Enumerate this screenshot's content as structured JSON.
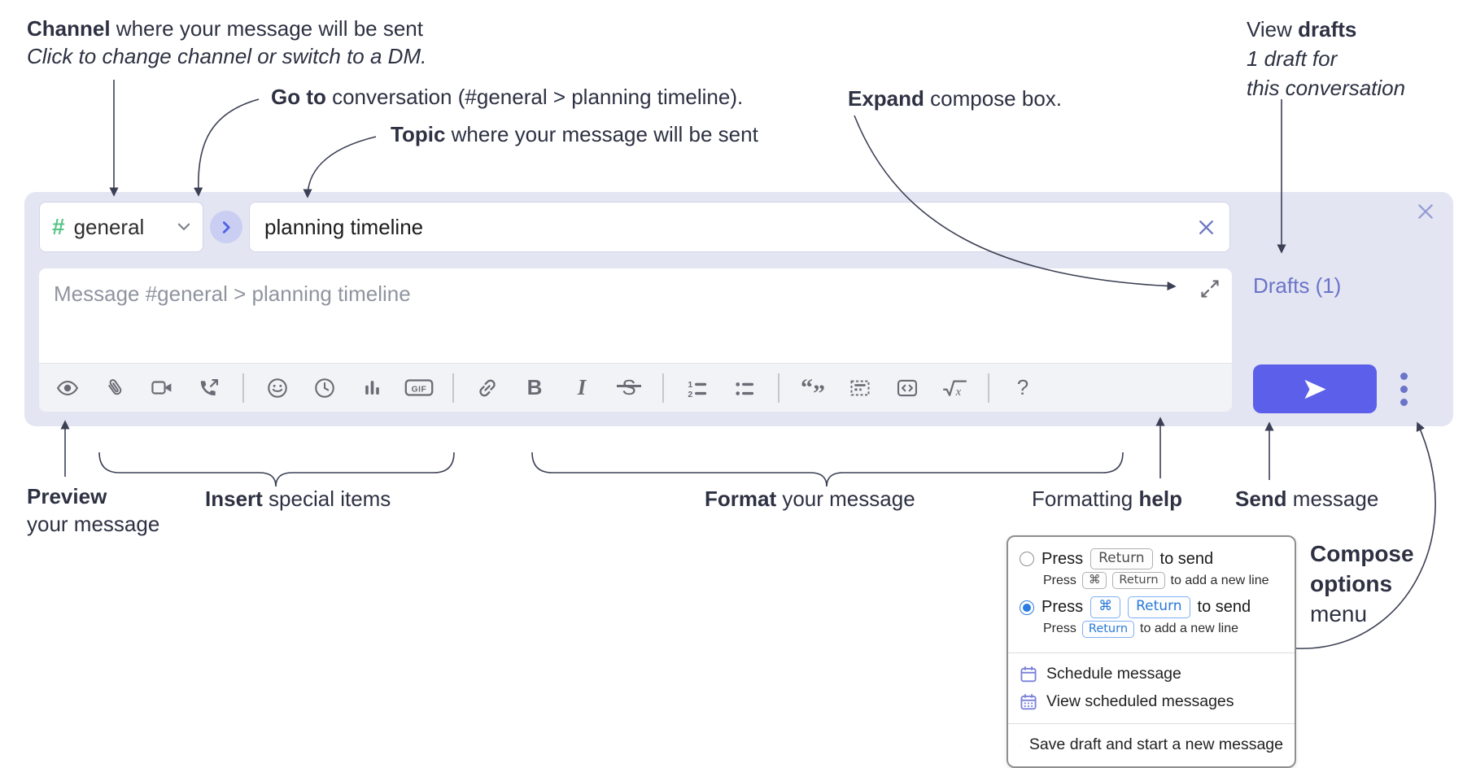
{
  "annotations": {
    "channel_line1_bold": "Channel",
    "channel_line1_rest": " where your message will be sent",
    "channel_line2": "Click to change channel or switch to a DM.",
    "goto_bold": "Go to",
    "goto_rest": " conversation (#general > planning timeline).",
    "topic_bold": "Topic",
    "topic_rest": " where your message will be sent",
    "expand_bold": "Expand",
    "expand_rest": " compose box.",
    "drafts_line1_pre": "View ",
    "drafts_line1_bold": "drafts",
    "drafts_line2": "1 draft for",
    "drafts_line3": "this conversation",
    "preview_bold": "Preview",
    "preview_line2": "your message",
    "insert_bold": "Insert",
    "insert_rest": " special items",
    "format_bold": "Format",
    "format_rest": " your message",
    "help_pre": "Formatting ",
    "help_bold": "help",
    "send_bold": "Send",
    "send_rest": " message",
    "compose_line1": "Compose",
    "compose_line2": "options",
    "compose_line3": "menu"
  },
  "compose": {
    "channel_hash": "#",
    "channel_name": "general",
    "topic_value": "planning timeline",
    "message_placeholder": "Message #general > planning timeline",
    "drafts_label": "Drafts (1)"
  },
  "toolbar": {
    "icon_names": [
      "preview-eye",
      "attach-paperclip",
      "video-call",
      "audio-call",
      "emoji",
      "global-time",
      "poll",
      "gif",
      "link",
      "bold",
      "italic",
      "strikethrough",
      "numbered-list",
      "bulleted-list",
      "quote",
      "spoiler",
      "code",
      "math",
      "help"
    ],
    "glyphs": {
      "gif": "GIF",
      "bold": "B",
      "italic": "I",
      "strike": "S",
      "help": "?",
      "ol1": "1",
      "ol2": "2",
      "math_x": "x",
      "quote_open": "“",
      "quote_close": "”"
    }
  },
  "send_options_menu": {
    "option1": {
      "pre": "Press",
      "key": "Return",
      "post": "to send",
      "sub_pre": "Press",
      "sub_key1": "⌘",
      "sub_key2": "Return",
      "sub_post": "to add a new line",
      "selected": false
    },
    "option2": {
      "pre": "Press",
      "key1": "⌘",
      "key2": "Return",
      "post": "to send",
      "sub_pre": "Press",
      "sub_key": "Return",
      "sub_post": "to add a new line",
      "selected": true
    },
    "items": [
      {
        "icon": "calendar-icon",
        "label": "Schedule message"
      },
      {
        "icon": "calendar-grid-icon",
        "label": "View scheduled messages"
      },
      {
        "icon": "draft-save-icon",
        "label": "Save draft and start a new message"
      }
    ]
  },
  "colors": {
    "compose_bg": "#e3e5f2",
    "accent_blue": "#5c5fe9",
    "link_purple": "#6b74c8",
    "hash_green": "#57c489",
    "radio_blue": "#2b7ce2",
    "icon_gray": "#696c74",
    "annotation_ink": "#2d3142"
  }
}
